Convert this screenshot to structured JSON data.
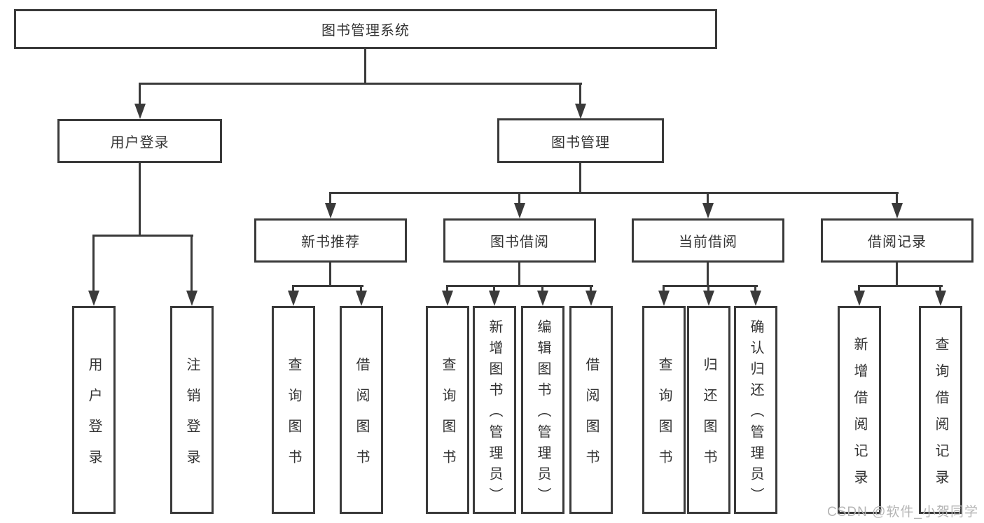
{
  "tree": {
    "root": "图书管理系统",
    "user_login": {
      "label": "用户登录",
      "children": [
        "用户登录",
        "注销登录"
      ]
    },
    "book_mgmt": {
      "label": "图书管理",
      "sections": [
        {
          "label": "新书推荐",
          "children": [
            "查询图书",
            "借阅图书"
          ]
        },
        {
          "label": "图书借阅",
          "children": [
            "查询图书",
            "新增图书（管理员）",
            "编辑图书（管理员）",
            "借阅图书"
          ]
        },
        {
          "label": "当前借阅",
          "children": [
            "查询图书",
            "归还图书",
            "确认归还（管理员）"
          ]
        },
        {
          "label": "借阅记录",
          "children": [
            "新增借阅记录",
            "查询借阅记录"
          ]
        }
      ]
    }
  },
  "watermark": "CSDN @软件_小贺同学",
  "colors": {
    "line": "#3a3a3a",
    "text": "#333333",
    "watermark": "#b5b5b5",
    "background": "#ffffff"
  }
}
